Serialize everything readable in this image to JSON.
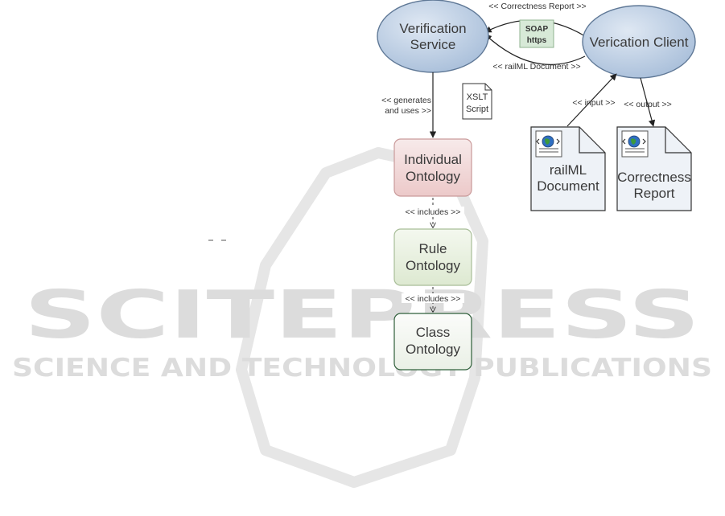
{
  "watermark": {
    "brand": "SCITEPRESS",
    "tagline": "SCIENCE AND TECHNOLOGY PUBLICATIONS"
  },
  "nodes": {
    "verification_service": {
      "line1": "Verification",
      "line2": "Service"
    },
    "verification_client": {
      "line1": "Verication Client"
    },
    "individual_ontology": {
      "line1": "Individual",
      "line2": "Ontology"
    },
    "rule_ontology": {
      "line1": "Rule",
      "line2": "Ontology"
    },
    "class_ontology": {
      "line1": "Class",
      "line2": "Ontology"
    },
    "xslt_script": {
      "line1": "XSLT",
      "line2": "Script"
    },
    "soap_box": {
      "line1": "SOAP",
      "line2": "https"
    },
    "railml_document": {
      "line1": "railML",
      "line2": "Document"
    },
    "correctness_report": {
      "line1": "Correctness",
      "line2": "Report"
    }
  },
  "edges": {
    "correctness_report": "<< Correctness Report >>",
    "railml_document": "<< railML Document >>",
    "generates_line1": "<< generates",
    "generates_line2": "and uses >>",
    "includes_1": "<< includes >>",
    "includes_2": "<< includes >>",
    "input": "<< input >>",
    "output": "<< output >>"
  },
  "colors": {
    "ellipse_fill": "#b9cde3",
    "individual_fill": "#f1d6d6",
    "rule_fill": "#e6f0dc",
    "class_fill": "#f3f6f1",
    "soap_fill": "#d7e9d7",
    "doc_fill": "#eef2f7"
  }
}
